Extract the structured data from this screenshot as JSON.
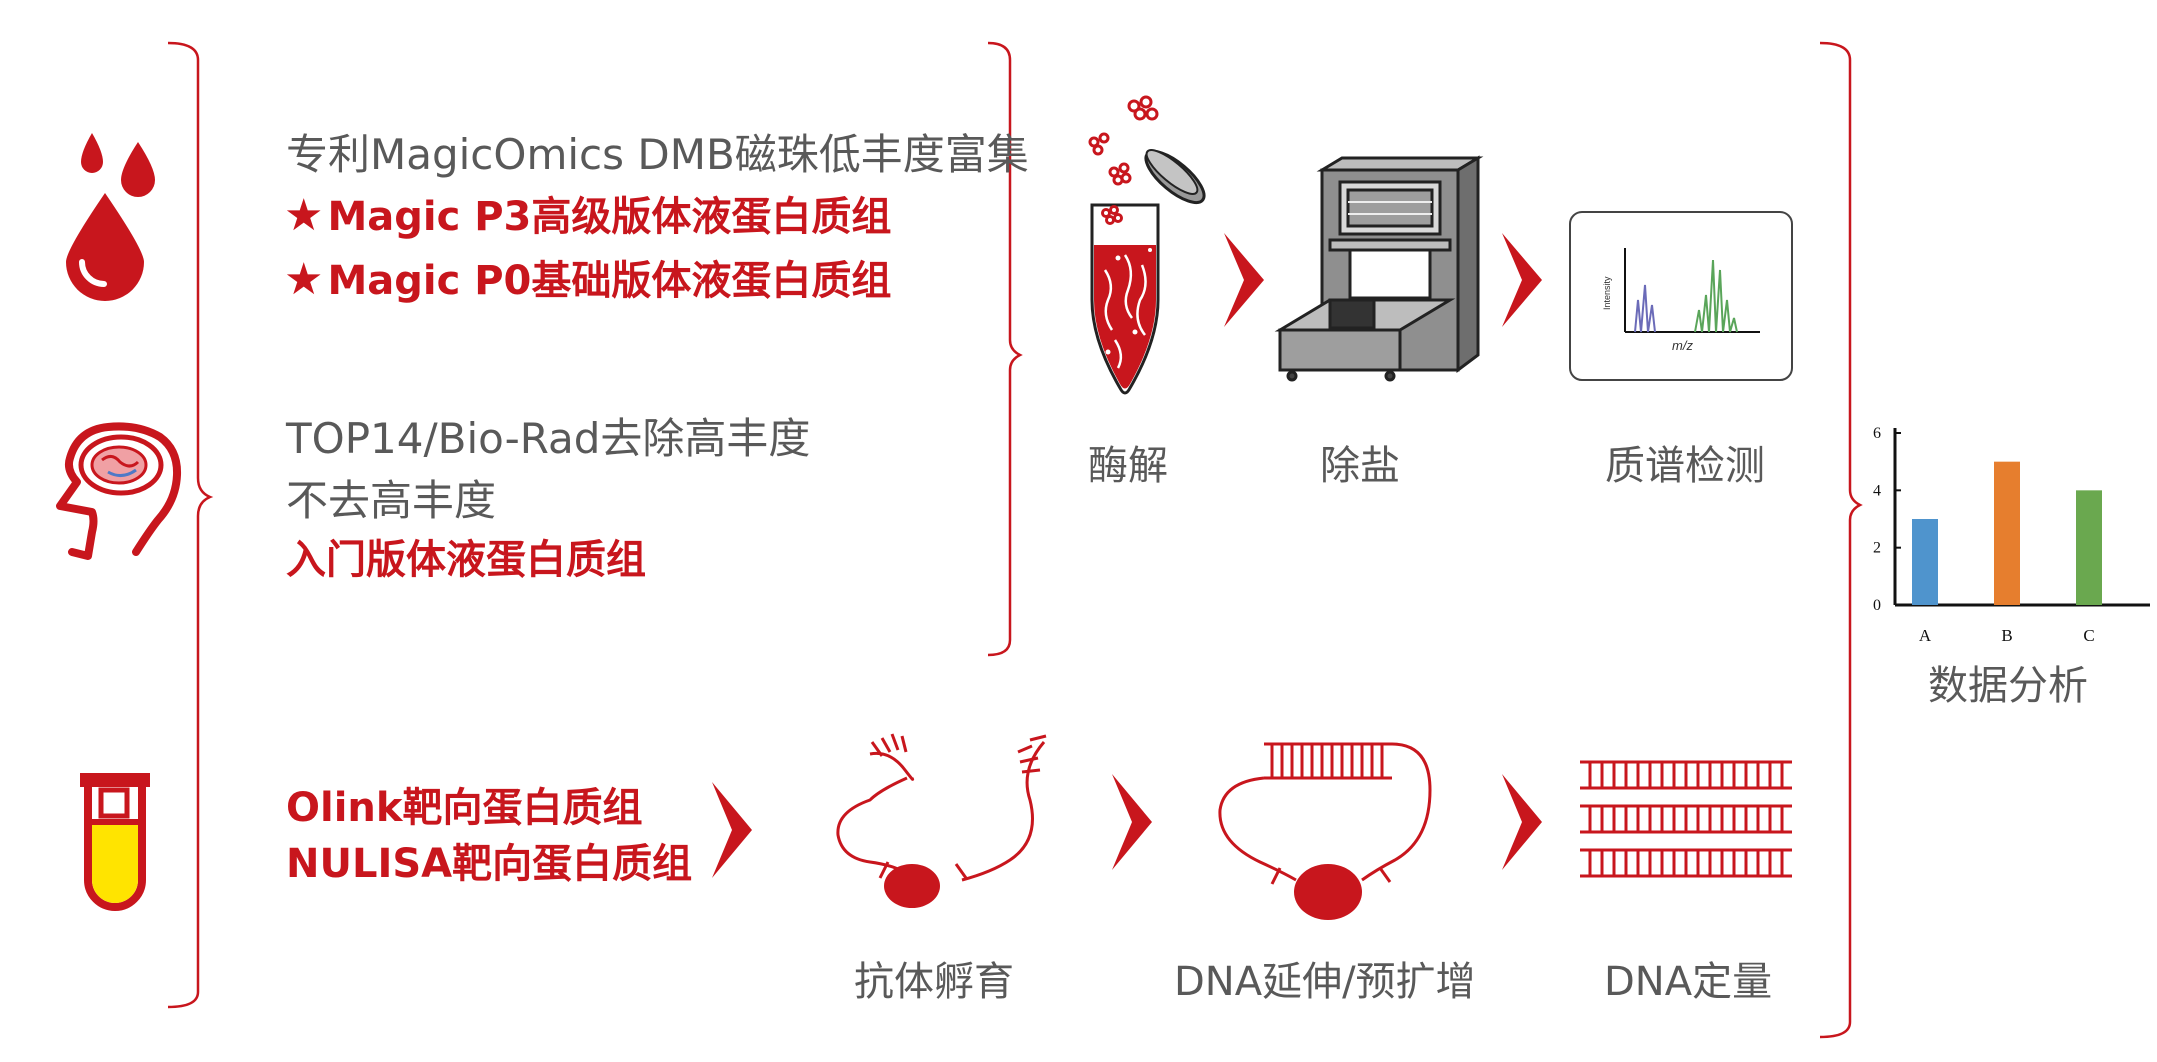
{
  "plasma": {
    "line1": "专利MagicOmics DMB磁珠低丰度富集",
    "p3": "Magic P3高级版体液蛋白质组",
    "p0": "Magic P0基础版体液蛋白质组",
    "line4": "TOP14/Bio-Rad去除高丰度",
    "line5": "不去高丰度",
    "entry": "入门版体液蛋白质组"
  },
  "targeted": {
    "olink": "Olink靶向蛋白质组",
    "nulisa": "NULISA靶向蛋白质组"
  },
  "ms_workflow": {
    "digest": "酶解",
    "desalt": "除盐",
    "ms": "质谱检测",
    "ms_y_axis": "Intensity",
    "ms_x_axis": "m/z"
  },
  "pea_workflow": {
    "incubation": "抗体孵育",
    "extension": "DNA延伸/预扩增",
    "quant": "DNA定量"
  },
  "analysis": {
    "label": "数据分析"
  },
  "chart_data": {
    "type": "bar",
    "categories": [
      "A",
      "B",
      "C"
    ],
    "values": [
      3,
      5,
      4
    ],
    "colors": [
      "#4f94cd",
      "#e67e2e",
      "#6aa84f"
    ],
    "ylim": [
      0,
      6
    ],
    "yticks": [
      0,
      2,
      4,
      6
    ],
    "grid": false
  },
  "colors": {
    "brand_red": "#c8161d",
    "text_gray": "#595959",
    "tube_yellow": "#ffe400"
  },
  "icons": [
    "blood-drops-icon",
    "brain-head-icon",
    "blood-tube-icon"
  ]
}
